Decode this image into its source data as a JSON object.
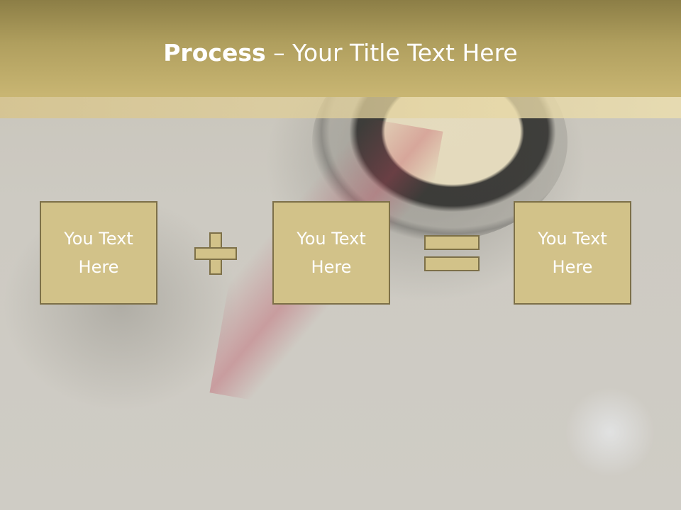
{
  "slide": {
    "title_bold": "Process",
    "title_rest": " – Your Title Text Here",
    "boxes": [
      {
        "line1": "You Text",
        "line2": "Here"
      },
      {
        "line1": "You Text",
        "line2": "Here"
      },
      {
        "line1": "You Text",
        "line2": "Here"
      }
    ],
    "operators": [
      "plus-icon",
      "equals-icon"
    ]
  },
  "colors": {
    "header": "#b09f5e",
    "box_fill": "#d2c289",
    "box_border": "#7d7048",
    "text": "#ffffff"
  }
}
